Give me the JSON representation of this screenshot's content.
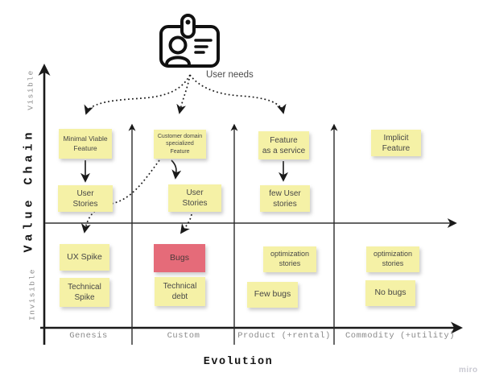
{
  "board_type": "wardley-map",
  "header": {
    "icon": "id-badge-icon",
    "label": "User needs"
  },
  "axes": {
    "y": {
      "title": "Value Chain",
      "top_label": "Visible",
      "bottom_label": "Invisible"
    },
    "x": {
      "title": "Evolution",
      "stages": [
        "Genesis",
        "Custom",
        "Product (+rental)",
        "Commodity (+utility)"
      ]
    }
  },
  "notes": [
    {
      "id": "minimal-viable-feature",
      "text": "Minimal Viable\nFeature",
      "color": "yellow"
    },
    {
      "id": "customer-domain-feature",
      "text": "Customer domain\nspecialized\nFeature",
      "color": "yellow"
    },
    {
      "id": "feature-as-a-service",
      "text": "Feature\nas a service",
      "color": "yellow"
    },
    {
      "id": "implicit-feature",
      "text": "Implicit\nFeature",
      "color": "yellow"
    },
    {
      "id": "user-stories-genesis",
      "text": "User\nStories",
      "color": "yellow"
    },
    {
      "id": "user-stories-custom",
      "text": "User\nStories",
      "color": "yellow"
    },
    {
      "id": "few-user-stories",
      "text": "few User\nstories",
      "color": "yellow"
    },
    {
      "id": "ux-spike",
      "text": "UX Spike",
      "color": "yellow"
    },
    {
      "id": "bugs",
      "text": "Bugs",
      "color": "red"
    },
    {
      "id": "optimization-stories-product",
      "text": "optimization\nstories",
      "color": "yellow"
    },
    {
      "id": "optimization-stories-commodity",
      "text": "optimization\nstories",
      "color": "yellow"
    },
    {
      "id": "technical-spike",
      "text": "Technical\nSpike",
      "color": "yellow"
    },
    {
      "id": "technical-debt",
      "text": "Technical\ndebt",
      "color": "yellow"
    },
    {
      "id": "few-bugs",
      "text": "Few bugs",
      "color": "yellow"
    },
    {
      "id": "no-bugs",
      "text": "No bugs",
      "color": "yellow"
    }
  ],
  "connections": [
    {
      "from": "user-needs",
      "to": "minimal-viable-feature",
      "style": "dotted"
    },
    {
      "from": "user-needs",
      "to": "customer-domain-feature",
      "style": "dotted"
    },
    {
      "from": "user-needs",
      "to": "feature-as-a-service",
      "style": "dotted"
    },
    {
      "from": "minimal-viable-feature",
      "to": "user-stories-genesis",
      "style": "solid"
    },
    {
      "from": "customer-domain-feature",
      "to": "user-stories-custom",
      "style": "solid"
    },
    {
      "from": "feature-as-a-service",
      "to": "few-user-stories",
      "style": "solid"
    },
    {
      "from": "customer-domain-feature",
      "to": "ux-spike",
      "style": "dotted"
    },
    {
      "from": "user-stories-custom",
      "to": "bugs",
      "style": "dotted"
    }
  ],
  "colors": {
    "sticky_yellow": "#f5f1a6",
    "sticky_red": "#e56b79",
    "sticky_text": "#474747",
    "line_black": "#1a1a1a",
    "inner_axis_gray": "#4f4f4f",
    "axis_label_gray": "#8a8a8a",
    "watermark_gray": "#c9c9d2"
  },
  "watermark": "miro"
}
